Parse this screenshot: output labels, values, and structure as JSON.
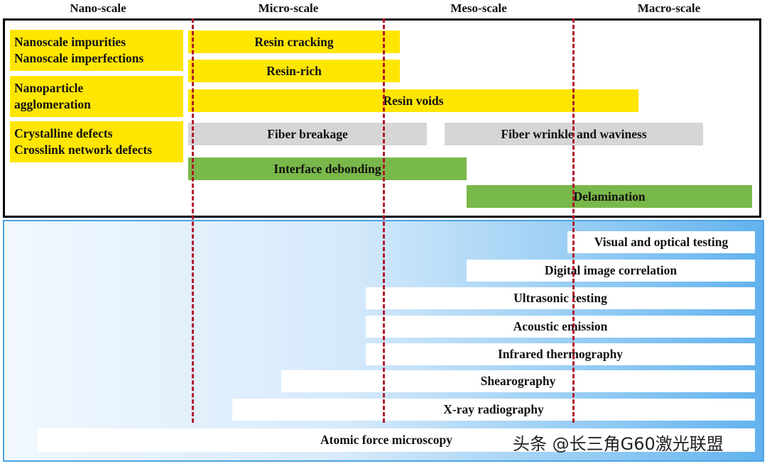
{
  "scales": [
    "Nano-scale",
    "Micro-scale",
    "Meso-scale",
    "Macro-scale"
  ],
  "defects_left": [
    [
      "Nanoscale impurities",
      "Nanoscale imperfections"
    ],
    [
      "Nanoparticle",
      "agglomeration"
    ],
    [
      "Crystalline defects",
      "Crosslink network defects"
    ]
  ],
  "defect_bars": [
    {
      "label": "Resin cracking",
      "color": "#ffe600"
    },
    {
      "label": "Resin-rich",
      "color": "#ffe600"
    },
    {
      "label": "Resin voids",
      "color": "#ffe600"
    },
    {
      "label": "Fiber breakage",
      "color": "#d6d6d6"
    },
    {
      "label": "Fiber wrinkle and waviness",
      "color": "#d6d6d6"
    },
    {
      "label": "Interface debonding",
      "color": "#79b84a"
    },
    {
      "label": "Delamination",
      "color": "#79b84a"
    }
  ],
  "methods": [
    "Visual and optical testing",
    "Digital image correlation",
    "Ultrasonic testing",
    "Acoustic emission",
    "Infrared thermography",
    "Shearography",
    "X-ray radiography",
    "Atomic force microscopy"
  ],
  "watermark": "头条 @长三角G60激光联盟"
}
